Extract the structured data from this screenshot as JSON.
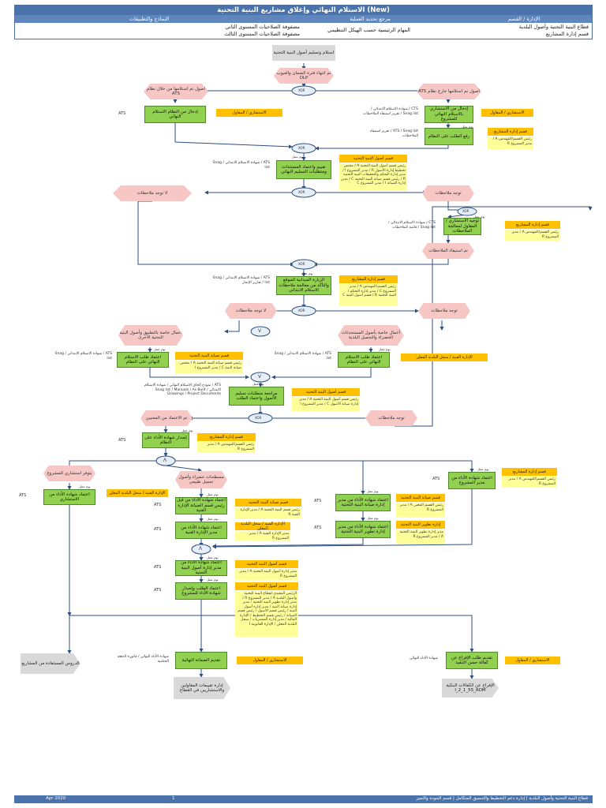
{
  "header": {
    "title": "الاستلام النهائي وإغلاق مشاريع البنية التحتية (New)",
    "col_sector": "الإدارة / القسم",
    "col_ref": "مرجع تحديد العملية",
    "col_forms": "النماذج والتطبيقات",
    "sector_line1": "قطاع البنية التحتية وأصول البلدية",
    "sector_line2": "قسم إدارة المشاريع",
    "ref_text": "المهام الرئيسية حسب الهيكل التنظيمي",
    "form1": "مصفوفة الصلاحيات المستوى الثاني",
    "form2": "مصفوفة الصلاحيات المستوى الثالث"
  },
  "nodes": {
    "start": "استلام وتسليم أصول البنية التحتية",
    "ev_dlp": "تم انتهاء فترة الضمان والعيوب DLP",
    "ev_left1": "أصول تم استلامها من خلال نظام ATS",
    "ev_right1": "أصول تم استلامها خارج نظام ATS",
    "t_left1": "إدخال من النظام الاستلام النهائي",
    "t_right1": "إدخال من الاستشاري بالاستلام النهائي للمشروع",
    "t_right2": "رفع الطلب على النظام",
    "t_mid1": "تقييم واعتماد المستندات ومتطلبات التسليم النهائي",
    "ev_no_notes1": "لا توجد ملاحظات",
    "ev_notes1": "توجد ملاحظات",
    "t_fix": "توجيه الاستشاري / المقاول لمعالجة الملاحظات",
    "ev_fixed": "تم استيفاء الملاحظات",
    "t_visit": "الزيارة الميدانية للموقع والتأكد من معالجة ملاحظات الاستلام الابتدائي",
    "ev_no_notes2": "لا توجد ملاحظات",
    "ev_notes2": "توجد ملاحظات",
    "ev_other": "أعمال خاصة بالتطبيق وأصول البنية التحتية الأخرى",
    "ev_assets": "أعمال خاصة بأصول المستحدثات الخضراء والتجميل البلدية",
    "t_other": "اعتماد طلب الاستلام النهائي على النظام",
    "t_assets": "اعتماد طلب الاستلام النهائي على النظام",
    "t_review": "مراجعة متطلبات تسليم الأصول واعتماد الطلب",
    "ev_approved": "تم الاعتماد من المعنيين",
    "ev_notes3": "توجد ملاحظات",
    "t_cert": "إصدار شهادة الأداء على النظام",
    "ev_consult": "يتوفر استشاري للمشروع",
    "ev_green": "مسطحات خضراء وأصول تجميل طبيعي",
    "t_consult_ok": "اعتماد شهادة الأداء من الاستشاري",
    "t_eng1": "اعتماد شهادة الأداء من قبل رئيس قسم الصيانة الإدارة الفنية",
    "t_eng2": "اعتماد شهادة الأداء من مدير الإدارة الفنية",
    "t_mgr1": "اعتماد شهادة الأداء من مدير المشروع",
    "t_mgr2": "اعتماد شهادة الأداء من مدير إدارة صيانة البنية التحتية",
    "t_mgr3": "اعتماد شهادة الأداء من مدير إدارة تطوير البنية التحتية",
    "t_final1": "اعتماد شهادة الأداء من مدير إدارة أصول البنية التحتية",
    "t_final2": "اعتماد الطلب وإصدار شهادة الأداء للمشروع",
    "t_guar": "تقديم الضمانة النهائية",
    "t_submit": "تقديم طلب الإفراج عن كفالة حسن التنفيذ",
    "g_lessons": "الدروس المستفادة من المشاريع",
    "g_rating": "إدارة تقييمات المقاولين والاستشاريين في القطاع",
    "g_release": "الإفراج عن الكفالات البنكية I_2_1_55_ADM"
  },
  "labels": {
    "xor": "XOR",
    "and": "Λ",
    "or": "V",
    "ats": "ATS",
    "day": "يوم عمل"
  },
  "roles": {
    "consultant": "الاستشاري / المقاول",
    "pm": "قسم إدارة المشاريع",
    "assets": "قسم أصول البنية التحتية",
    "maint": "قسم صيانة البنية التحتية",
    "tech": "الإدارة الفنية / سجل البلدية المعلن",
    "dev": "إدارة تطوير البنية التحتية"
  },
  "notes": {
    "n1": "رئيس القسم/المهندس A / مدير المشروع R",
    "n2": "رئيس قسم أصول البنية التحتية A / مختص تخطيط إدارة الأصول R / مدير المشروع I / مدير إدارة التحكم والتحقيقات البنية التحتية R / رئيس قسم صيانة البنية التحتية C / مدير إدارة الصيانة I / مدير المشروع C",
    "n3": "رئيس القسم/المهندس A / مدير المشروع R",
    "n4": "رئيس القسم/المهندس A / مدير المشروع C / مدير إدارة التحكم / البنية التحتية R / قسم أصول البنية C",
    "n5": "رئيس قسم صيانة البنية التحتية A / مختص صيانة البنية C / مدير المشروع I",
    "n6": "رئيس قسم أصول البنية التحتية A / مدير إدارة صيانة الأصول C / مدير المشروع I",
    "n7": "رئيس القسم/المهندس A / مدير المشروع R",
    "n8": "رئيس القسم/المهندس A / مدير المشروع R",
    "n9": "رئيس قسم البنية التحتية A / مدير الإدارة الفنية R",
    "n10": "مدير الإدارة الفنية A / مدير المشروع R",
    "n11": "رئيس القسم المعني A / مدير المشروع R",
    "n12": "مدير إدارة تطوير البنية التحتية A / مدير المشروع R",
    "n13": "مدير إدارة أصول البنية التحتية A / مدير المشروع R",
    "n14": "الرئيس التنفيذي لقطاع البنية التحتية وأصول البلدية A / مدير المشروع R / مدير إدارة تطوير البنية التحتية / مدير إدارة صيانة البنية / مدير إدارة أصول البنية / رئيس قسم الأصول / رئيس قسم الصيانة / رئيس قسم التخطيط / الإدارة المالية / مدير إدارة المشتريات / سجل البلدية المعلن / الإدارة القانونية I"
  },
  "infos": {
    "i_right1": "CTS / شهادة الاستلام الابتدائي / Snag list / تقرير استيفاء الملاحظات",
    "i_right2": "ATS / Snag list / تقرير استيفاء الملاحظات",
    "i_mid1": "ATS / شهادة الاستلام الابتدائي / Snag list",
    "i_fix": "CTS / شهادة الاستلام الابتدائي / Snag list / قائمة الملاحظات",
    "i_visit": "ATS / شهادة الاستلام الابتدائي / Snag list / تقارير الإنجاز",
    "i_other": "ATS / شهادة الاستلام الابتدائي / Snag list",
    "i_assets": "ATS / شهادة الاستلام الابتدائي / Snag list",
    "i_review": "ATS / نموذج إلحاق الاستلام النهائي / شهادة الاستلام الابتدائي / Snag list / Manuals / As Built Drawings / Project Documents",
    "i_guar": "شهادة الأداء النهائي / فاتورة الدفعة الختامية",
    "i_submit": "شهادة الأداء النهائي"
  },
  "footer": {
    "date": "Apr 2020",
    "page": "1",
    "path": "قطاع البنية التحتية وأصول البلدية | إدارة دعم التخطيط والتنسيق المتكامل | قسم الجودة والتميز"
  }
}
